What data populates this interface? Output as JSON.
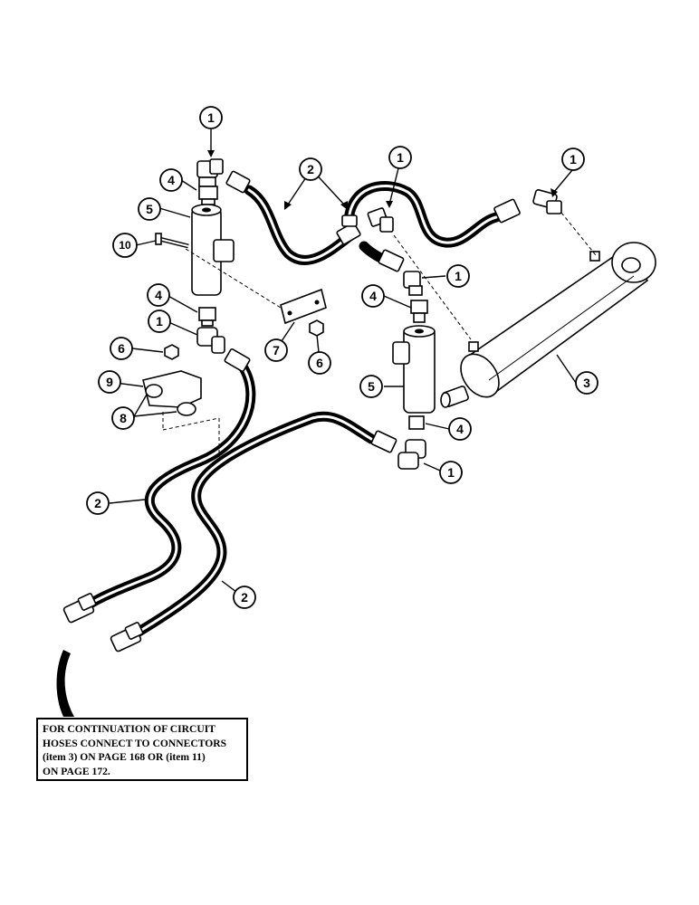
{
  "callouts": [
    {
      "id": "c1a",
      "label": "1"
    },
    {
      "id": "c1b",
      "label": "1"
    },
    {
      "id": "c1c",
      "label": "1"
    },
    {
      "id": "c1d",
      "label": "1"
    },
    {
      "id": "c1e",
      "label": "1"
    },
    {
      "id": "c1f",
      "label": "1"
    },
    {
      "id": "c2a",
      "label": "2"
    },
    {
      "id": "c2b",
      "label": "2"
    },
    {
      "id": "c2c",
      "label": "2"
    },
    {
      "id": "c3",
      "label": "3"
    },
    {
      "id": "c4a",
      "label": "4"
    },
    {
      "id": "c4b",
      "label": "4"
    },
    {
      "id": "c4c",
      "label": "4"
    },
    {
      "id": "c4d",
      "label": "4"
    },
    {
      "id": "c5a",
      "label": "5"
    },
    {
      "id": "c5b",
      "label": "5"
    },
    {
      "id": "c6a",
      "label": "6"
    },
    {
      "id": "c6b",
      "label": "6"
    },
    {
      "id": "c7",
      "label": "7"
    },
    {
      "id": "c8",
      "label": "8"
    },
    {
      "id": "c9",
      "label": "9"
    },
    {
      "id": "c10",
      "label": "10"
    }
  ],
  "note": {
    "lines": [
      "FOR CONTINUATION OF CIRCUIT",
      "HOSES CONNECT TO CONNECTORS",
      "(item 3) ON PAGE 168 OR (item 11)",
      "ON PAGE 172."
    ]
  }
}
